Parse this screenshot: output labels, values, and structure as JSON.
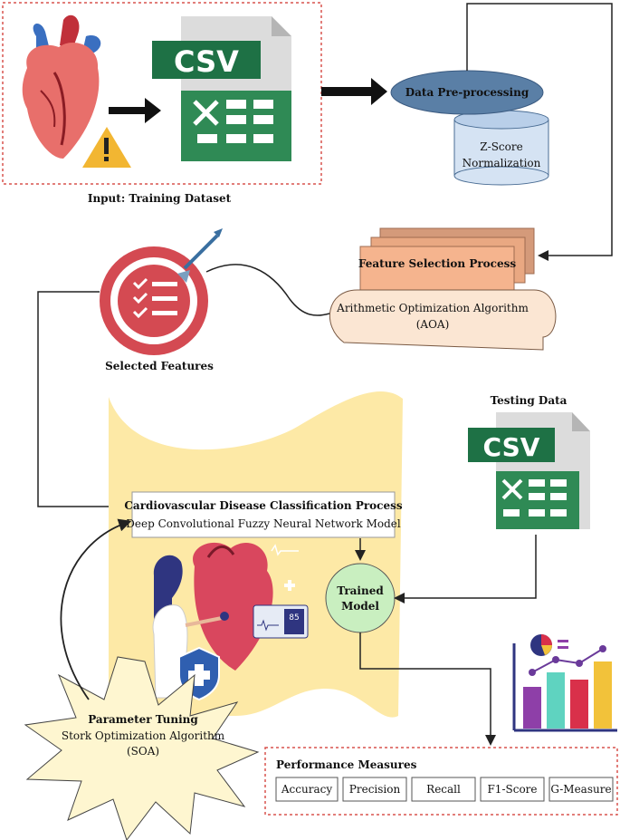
{
  "input": {
    "label": "Input: Training Dataset",
    "csv_text": "CSV"
  },
  "preprocess": {
    "title": "Data Pre-processing",
    "sub_line1": "Z-Score",
    "sub_line2": "Normalization"
  },
  "feature_selection": {
    "title": "Feature Selection Process",
    "line1": "Arithmetic Optimization Algorithm",
    "line2": "(AOA)"
  },
  "selected": {
    "label": "Selected Features"
  },
  "testing": {
    "label": "Testing Data",
    "csv_text": "CSV"
  },
  "classification": {
    "title": "Cardiovascular Disease Classification Process",
    "subtitle": "Deep Convolutional Fuzzy Neural Network Model"
  },
  "trained": {
    "line1": "Trained",
    "line2": "Model"
  },
  "monitor": {
    "reading": "85"
  },
  "tuning": {
    "title": "Parameter Tuning",
    "line1": "Stork Optimization Algorithm",
    "line2": "(SOA)"
  },
  "performance": {
    "title": "Performance Measures",
    "items": [
      "Accuracy",
      "Precision",
      "Recall",
      "F1-Score",
      "G-Measure"
    ]
  },
  "colors": {
    "dashed_border": "#d9534f",
    "csv_green": "#1e7145",
    "preprocess_blue": "#5a7fa6",
    "feature_orange": "#f5b48e",
    "yellow_panel": "#fde9a6",
    "trained_green": "#c9efc0"
  }
}
